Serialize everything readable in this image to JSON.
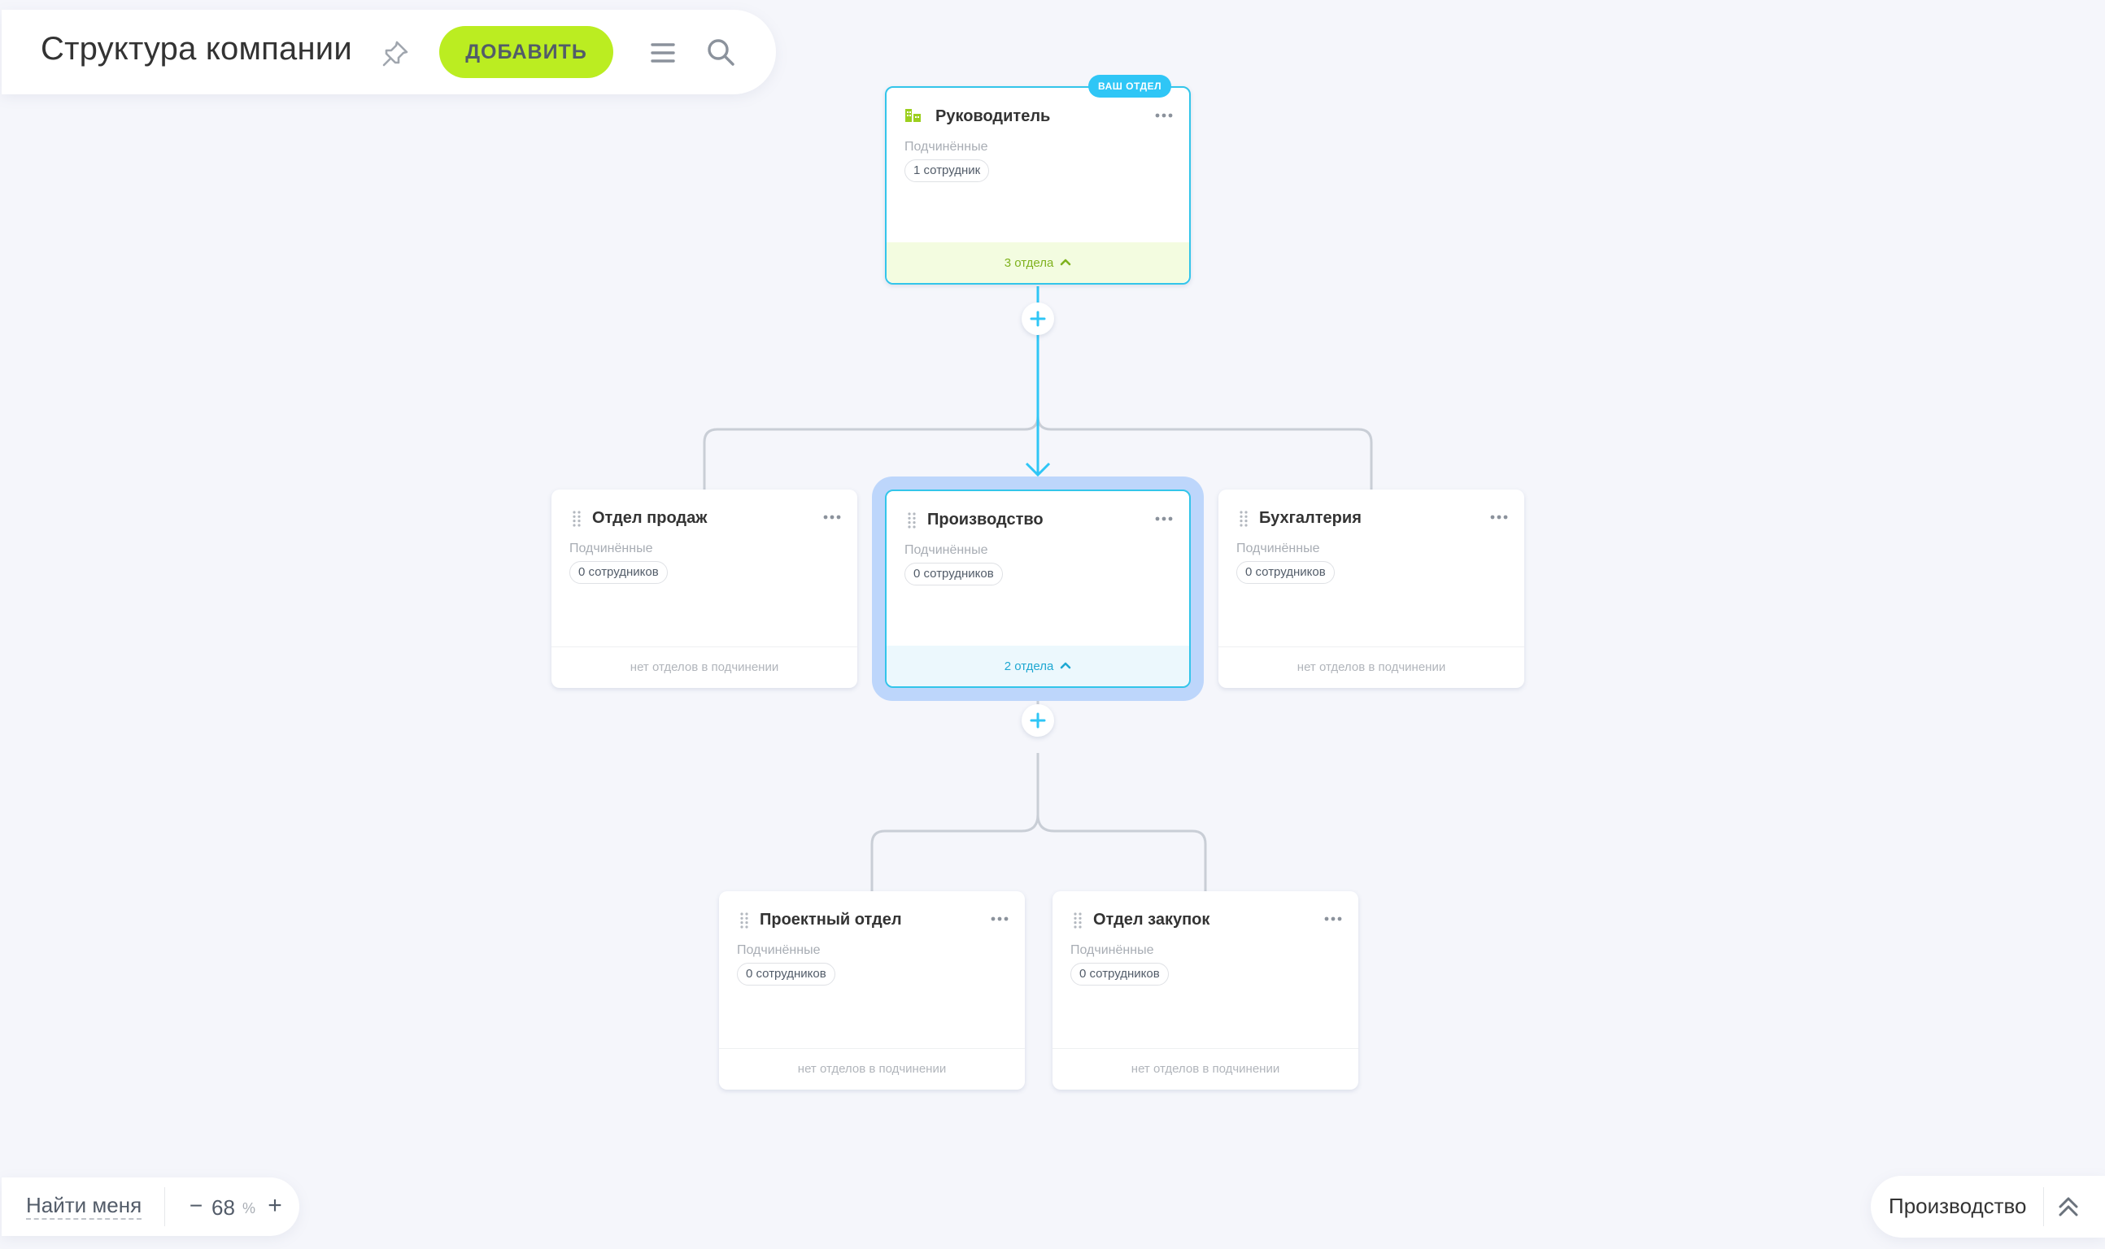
{
  "toolbar": {
    "title": "Структура компании",
    "add_label": "ДОБАВИТЬ"
  },
  "colors": {
    "accent_green": "#bbed21",
    "accent_blue": "#2fc6f6",
    "selected_glow": "#bdd6fb",
    "connector": "#c9ced6"
  },
  "nodes": {
    "root": {
      "badge": "ВАШ ОТДЕЛ",
      "title": "Руководитель",
      "sub_label": "Подчинённые",
      "chip": "1 сотрудник",
      "footer": "3 отдела"
    },
    "sales": {
      "title": "Отдел продаж",
      "sub_label": "Подчинённые",
      "chip": "0 сотрудников",
      "footer": "нет отделов в подчинении"
    },
    "production": {
      "title": "Производство",
      "sub_label": "Подчинённые",
      "chip": "0 сотрудников",
      "footer": "2 отдела"
    },
    "accounting": {
      "title": "Бухгалтерия",
      "sub_label": "Подчинённые",
      "chip": "0 сотрудников",
      "footer": "нет отделов в подчинении"
    },
    "project": {
      "title": "Проектный отдел",
      "sub_label": "Подчинённые",
      "chip": "0 сотрудников",
      "footer": "нет отделов в подчинении"
    },
    "purchasing": {
      "title": "Отдел закупок",
      "sub_label": "Подчинённые",
      "chip": "0 сотрудников",
      "footer": "нет отделов в подчинении"
    }
  },
  "zoom": {
    "find_me": "Найти меня",
    "minus": "−",
    "value": "68",
    "unit": "%",
    "plus": "+"
  },
  "current": {
    "department": "Производство"
  }
}
